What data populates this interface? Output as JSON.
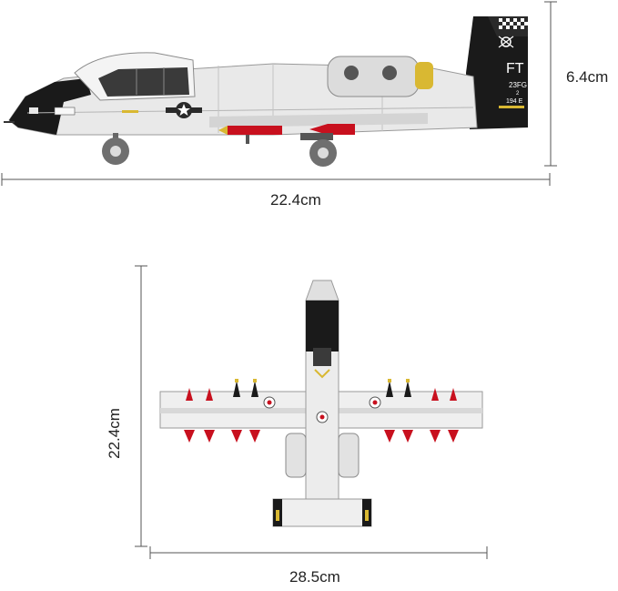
{
  "dimensions": {
    "side_height": "6.4cm",
    "side_length": "22.4cm",
    "top_length": "22.4cm",
    "top_wingspan": "28.5cm"
  },
  "tail_markings": {
    "code": "FT",
    "unit_line1": "23FG",
    "unit_line2": "2",
    "unit_line3": "194 E"
  },
  "colors": {
    "dimension_lines": "#555555",
    "tail_dark": "#1a1a1a",
    "marking_yellow": "#d9b832",
    "missile_red": "#c8101e",
    "body_light": "#e9e9e9",
    "body_shadow": "#bdbdbd"
  }
}
